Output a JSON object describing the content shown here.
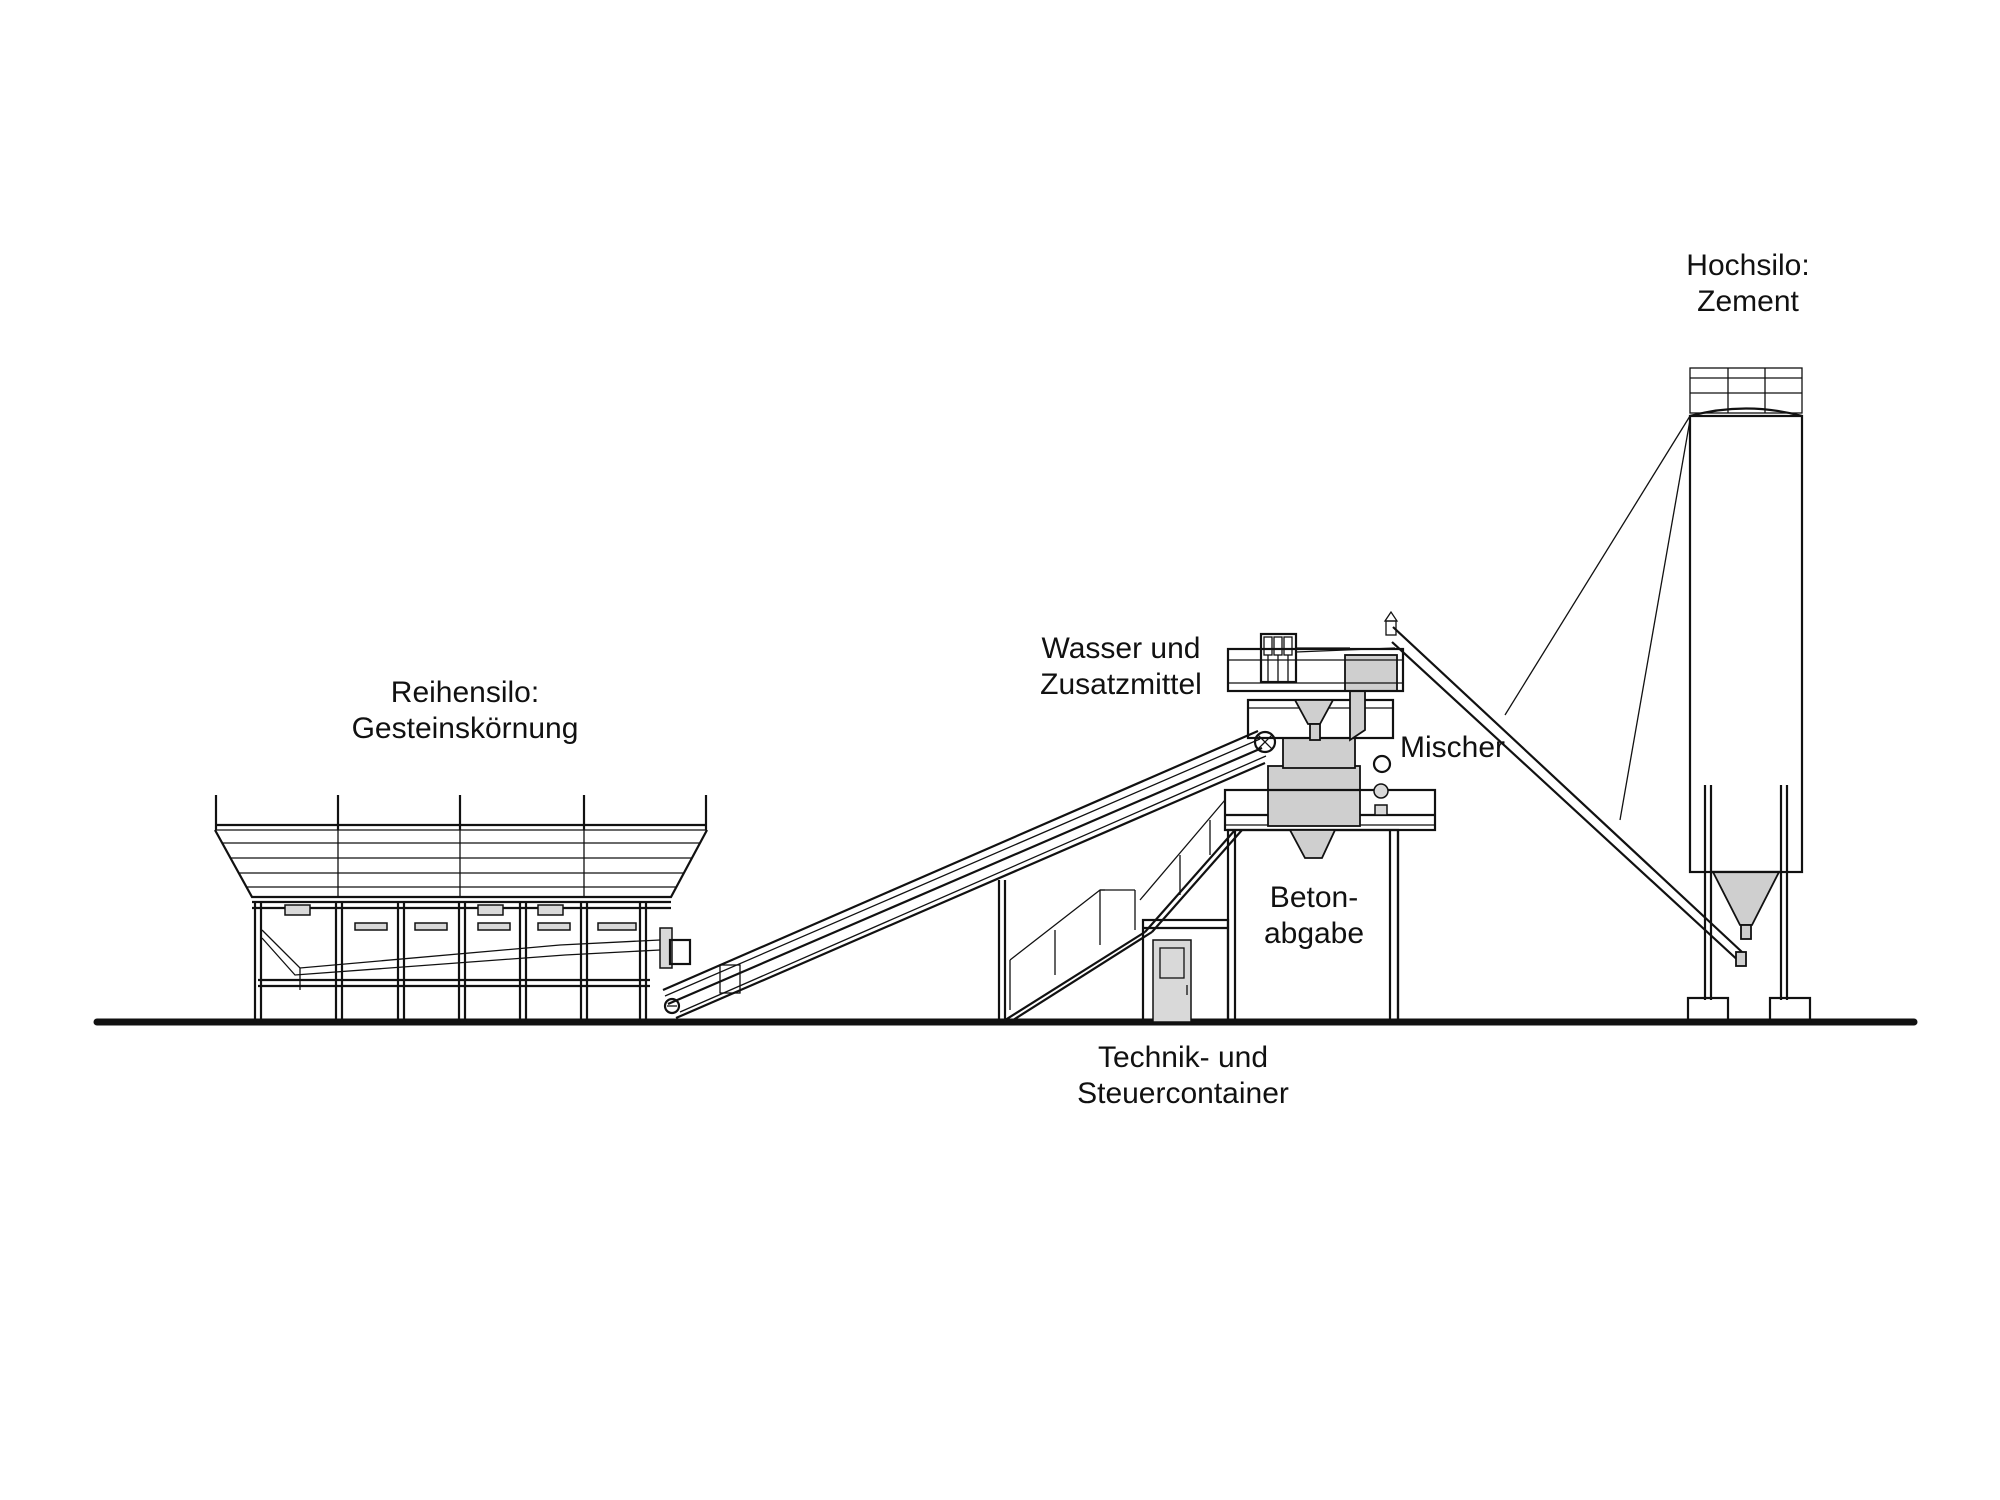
{
  "labels": {
    "reihensilo": [
      "Reihensilo:",
      "Gesteinskörnung"
    ],
    "wasser": [
      "Wasser und",
      "Zusatzmittel"
    ],
    "mischer": [
      "Mischer"
    ],
    "betonabgabe": [
      "Beton-",
      "abgabe"
    ],
    "technik": [
      "Technik- und",
      "Steuercontainer"
    ],
    "hochsilo": [
      "Hochsilo:",
      "Zement"
    ]
  },
  "colors": {
    "line": "#111111",
    "fill_gray": "#d0d0d0",
    "background": "#ffffff"
  }
}
